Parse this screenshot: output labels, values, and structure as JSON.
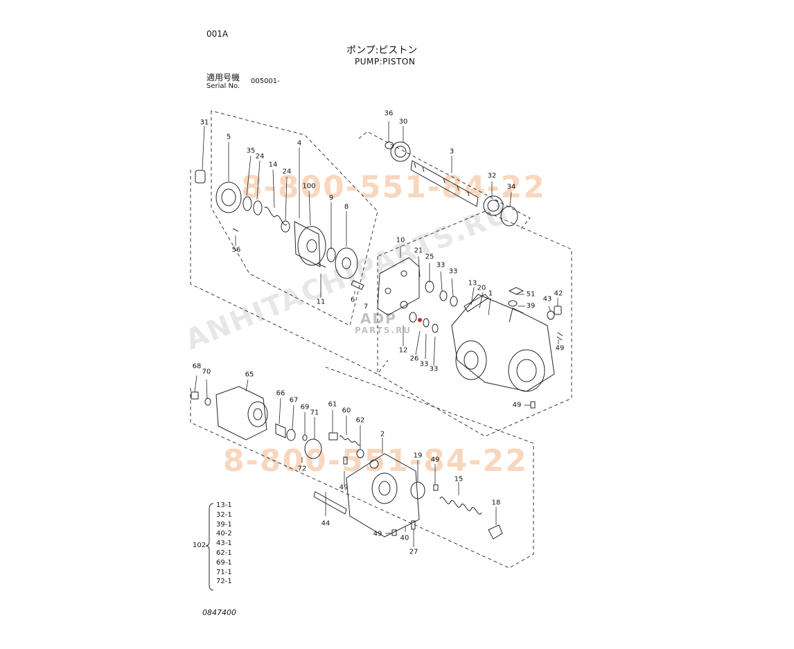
{
  "header": {
    "page_code": "001A",
    "title_jp": "ポンプ:ピストン",
    "title_en": "PUMP:PISTON",
    "serial_label_jp": "適用号機",
    "serial_label_en": "Serial No.",
    "serial_value": "005001-"
  },
  "footer": {
    "drawing_no": "0847400"
  },
  "watermarks": {
    "phone": "8-800-551-84-22",
    "site": "ANHITACHIPARTS.RU",
    "logo_line1": "ADP",
    "logo_line2": "PARTS.RU"
  },
  "kit": {
    "number": "102",
    "items": [
      "13-1",
      "32-1",
      "39-1",
      "40-2",
      "43-1",
      "62-1",
      "69-1",
      "71-1",
      "72-1"
    ]
  },
  "callouts": [
    "31",
    "5",
    "35",
    "24",
    "14",
    "24",
    "4",
    "100",
    "9",
    "8",
    "56",
    "11",
    "6",
    "7",
    "36",
    "30",
    "3",
    "32",
    "34",
    "10",
    "21",
    "25",
    "33",
    "33",
    "13",
    "20",
    "1",
    "51",
    "39",
    "42",
    "43",
    "49",
    "12",
    "26",
    "33",
    "33",
    "49",
    "68",
    "70",
    "65",
    "66",
    "67",
    "69",
    "71",
    "61",
    "60",
    "62",
    "2",
    "72",
    "19",
    "49",
    "44",
    "49",
    "15",
    "18",
    "40",
    "49",
    "27"
  ],
  "colors": {
    "line": "#222222",
    "watermark": "#f4b88a",
    "watermark_grey": "#bbbbbb",
    "accent": "#cc2222"
  }
}
